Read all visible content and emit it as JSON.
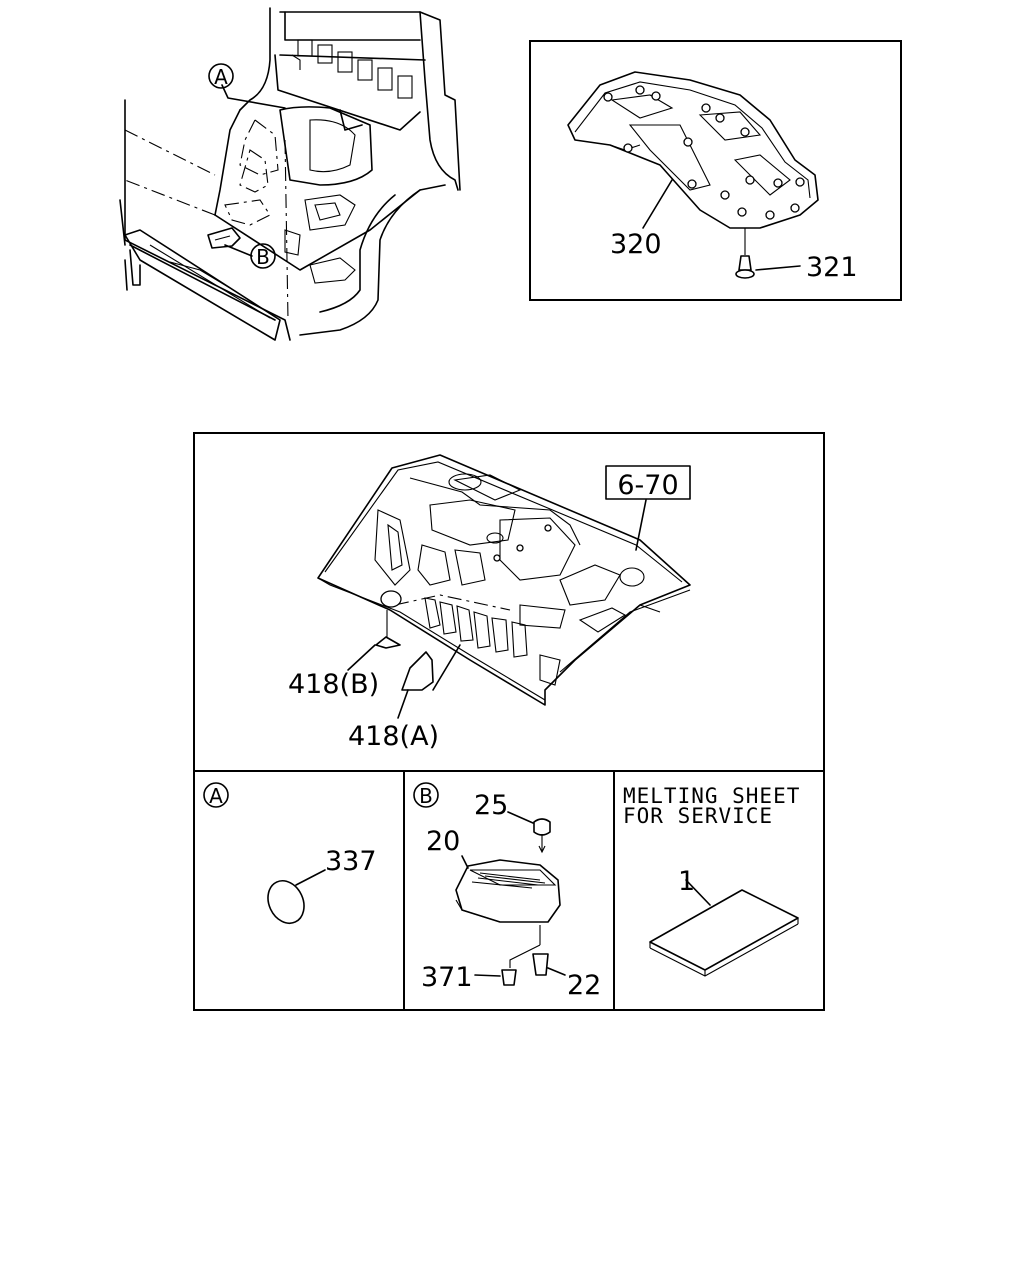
{
  "overview": {
    "callout_a": "A",
    "callout_b": "B"
  },
  "upper_panel": {
    "part_320": "320",
    "part_321": "321"
  },
  "main_panel": {
    "ref_box": "6-70",
    "part_418b": "418(B)",
    "part_418a": "418(A)"
  },
  "detail_a": {
    "callout": "A",
    "part_337": "337"
  },
  "detail_b": {
    "callout": "B",
    "part_25": "25",
    "part_20": "20",
    "part_371": "371",
    "part_22": "22"
  },
  "detail_sheet": {
    "title_line1": "MELTING SHEET",
    "title_line2": "FOR SERVICE",
    "part_1": "1"
  }
}
